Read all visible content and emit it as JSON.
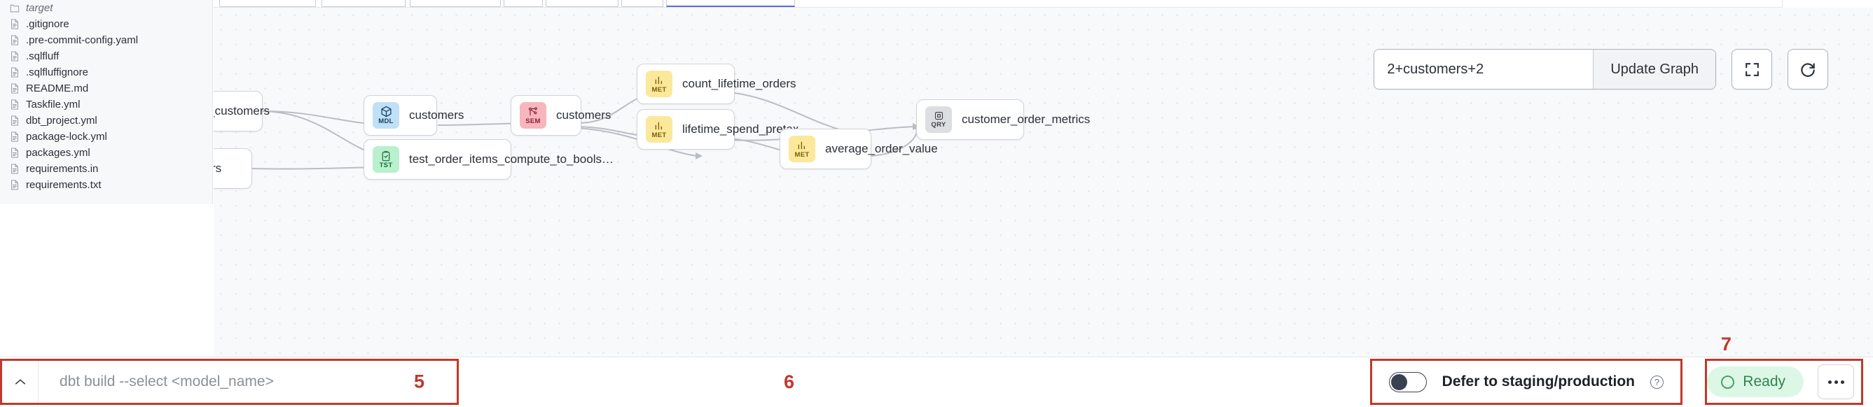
{
  "explorer": {
    "files": [
      {
        "name": "target",
        "icon": "folder-icon",
        "type": "folder"
      },
      {
        "name": ".gitignore",
        "icon": "file-icon",
        "type": "file"
      },
      {
        "name": ".pre-commit-config.yaml",
        "icon": "file-icon",
        "type": "file"
      },
      {
        "name": ".sqlfluff",
        "icon": "file-icon",
        "type": "file"
      },
      {
        "name": ".sqlfluffignore",
        "icon": "file-icon",
        "type": "file"
      },
      {
        "name": "README.md",
        "icon": "file-icon",
        "type": "file"
      },
      {
        "name": "Taskfile.yml",
        "icon": "file-icon",
        "type": "file"
      },
      {
        "name": "dbt_project.yml",
        "icon": "file-icon",
        "type": "file"
      },
      {
        "name": "package-lock.yml",
        "icon": "file-icon",
        "type": "file"
      },
      {
        "name": "packages.yml",
        "icon": "file-icon",
        "type": "file"
      },
      {
        "name": "requirements.in",
        "icon": "file-icon",
        "type": "file"
      },
      {
        "name": "requirements.txt",
        "icon": "file-icon",
        "type": "file"
      }
    ]
  },
  "graph_controls": {
    "selector_value": "2+customers+2",
    "selector_placeholder": "2+customers+2",
    "update_label": "Update Graph",
    "fullscreen_icon": "fullscreen-icon",
    "refresh_icon": "refresh-icon"
  },
  "graph": {
    "nodes": [
      {
        "id": "stg_customers",
        "label": "tg_customers",
        "kind": "",
        "badge_color": "",
        "clipped": true
      },
      {
        "id": "stg_orders",
        "label": "orders",
        "kind": "",
        "badge_color": "",
        "clipped": true
      },
      {
        "id": "mdl_customers",
        "label": "customers",
        "kind": "MDL",
        "badge_color": "#bfe0f7",
        "icon": "cube-icon"
      },
      {
        "id": "tst_order_items",
        "label": "test_order_items_compute_to_bools…",
        "kind": "TST",
        "badge_color": "#b9f0cd",
        "icon": "clipboard-check-icon"
      },
      {
        "id": "sem_customers",
        "label": "customers",
        "kind": "SEM",
        "badge_color": "#f7b6be",
        "icon": "semantic-icon"
      },
      {
        "id": "met_count_lifetime_orders",
        "label": "count_lifetime_orders",
        "kind": "MET",
        "badge_color": "#fbe89a",
        "icon": "bar-chart-icon"
      },
      {
        "id": "met_lifetime_spend_pretax",
        "label": "lifetime_spend_pretax",
        "kind": "MET",
        "badge_color": "#fbe89a",
        "icon": "bar-chart-icon"
      },
      {
        "id": "met_average_order_value",
        "label": "average_order_value",
        "kind": "MET",
        "badge_color": "#fbe89a",
        "icon": "bar-chart-icon"
      },
      {
        "id": "qry_customer_order_metrics",
        "label": "customer_order_metrics",
        "kind": "QRY",
        "badge_color": "#dcdee1",
        "icon": "query-icon"
      }
    ]
  },
  "bottom_bar": {
    "chevron_icon": "chevron-up-icon",
    "command_placeholder": "dbt build --select <model_name>",
    "defer_label": "Defer to staging/production",
    "defer_toggle_state": "off",
    "help_icon": "question-mark-icon",
    "status_label": "Ready",
    "status_icon": "status-ring-icon",
    "more_icon": "ellipsis-icon"
  },
  "annotations": [
    {
      "id": "m5",
      "text": "5"
    },
    {
      "id": "m6",
      "text": "6"
    },
    {
      "id": "m7",
      "text": "7"
    }
  ],
  "colors": {
    "highlight": "#c0392b",
    "ready_bg": "#ddf7e6",
    "ready_fg": "#2f8350",
    "tab_active": "#5b6af0"
  }
}
